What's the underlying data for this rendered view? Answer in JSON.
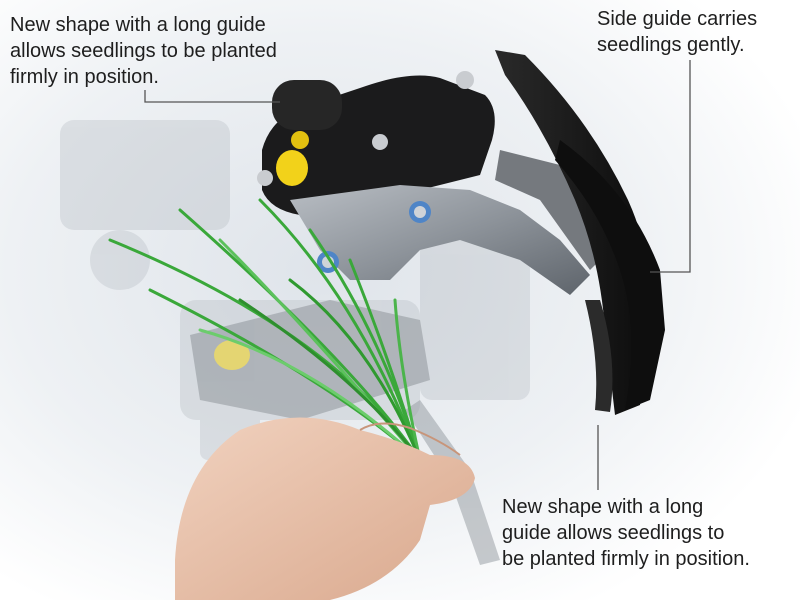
{
  "callouts": {
    "top_left": {
      "lines": [
        "New shape with a long guide",
        "allows seedlings to be planted",
        "firmly in position."
      ]
    },
    "top_right": {
      "lines": [
        "Side guide carries",
        "seedlings gently."
      ]
    },
    "bottom_right": {
      "lines": [
        "New shape with a long",
        "guide allows seedlings to",
        "be planted firmly in position."
      ]
    }
  },
  "colors": {
    "text": "#1e1e1e",
    "leader_line": "#555555",
    "guide_black": "#141414",
    "seedling_green": "#3aa83a",
    "cap_yellow": "#f2d21a"
  }
}
